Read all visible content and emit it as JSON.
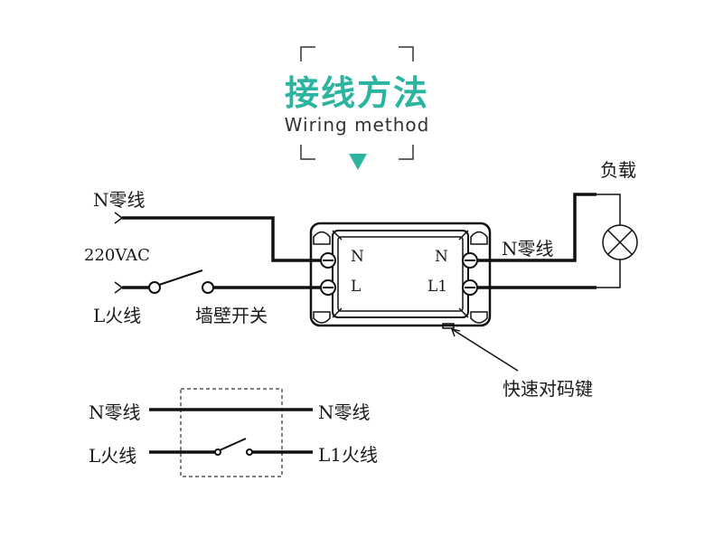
{
  "header": {
    "title": "接线方法",
    "subtitle": "Wiring method",
    "accent_color": "#2bb5a0"
  },
  "diagram": {
    "input_neutral": "N零线",
    "voltage": "220VAC",
    "input_live": "L火线",
    "wall_switch": "墙壁开关",
    "output_neutral": "N零线",
    "load": "负载",
    "quick_pair_key": "快速对码键",
    "terminal_in_n": "N",
    "terminal_in_l": "L",
    "terminal_out_n": "N",
    "terminal_out_l1": "L1"
  },
  "schematic": {
    "left_neutral": "N零线",
    "left_live": "L火线",
    "right_neutral": "N零线",
    "right_live": "L1火线"
  }
}
